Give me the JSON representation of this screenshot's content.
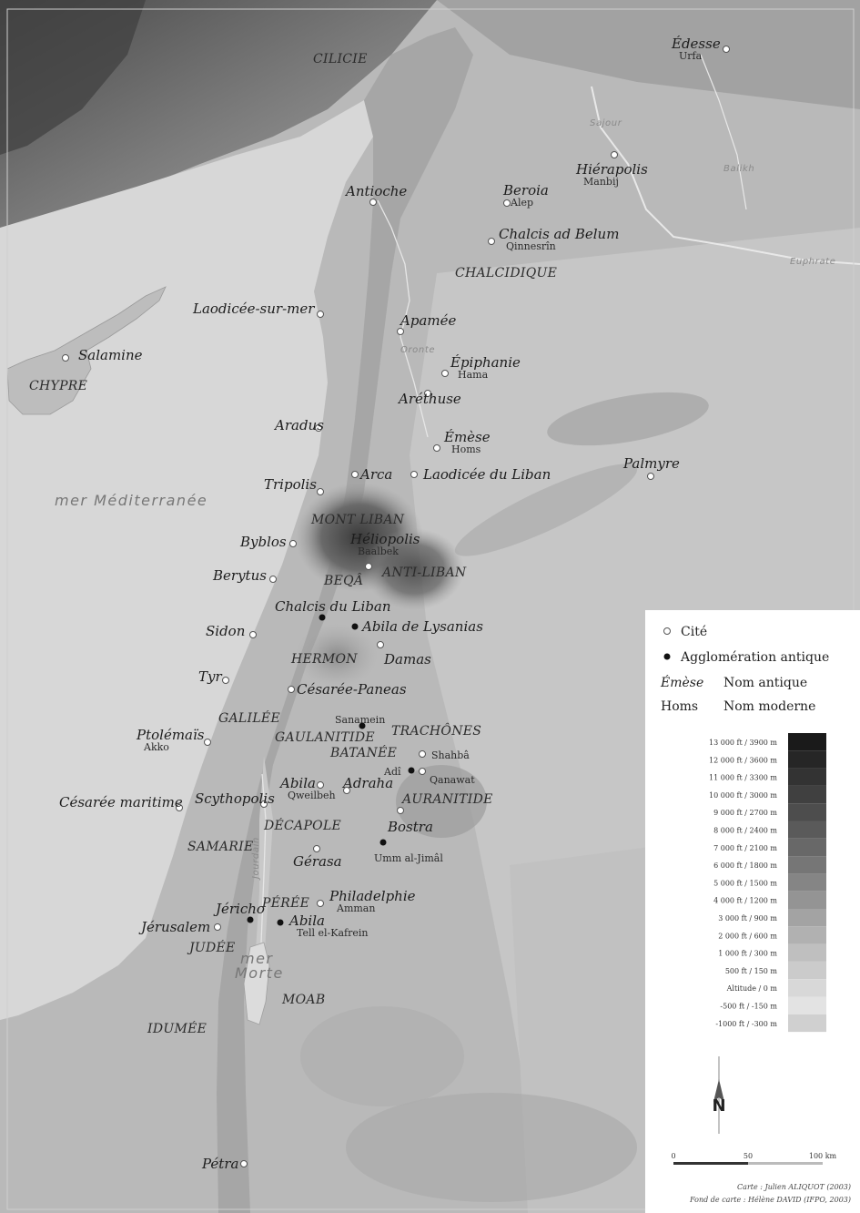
{
  "regions": [
    {
      "id": "cilicie",
      "label": "CILICIE"
    },
    {
      "id": "chypre",
      "label": "CHYPRE"
    },
    {
      "id": "chalcidique",
      "label": "CHALCIDIQUE"
    },
    {
      "id": "mont-liban",
      "label": "MONT LIBAN"
    },
    {
      "id": "anti-liban",
      "label": "ANTI-LIBAN"
    },
    {
      "id": "beqa",
      "label": "BEQÂ"
    },
    {
      "id": "hermon",
      "label": "HERMON"
    },
    {
      "id": "galilee",
      "label": "GALILÉE"
    },
    {
      "id": "gaulanitide",
      "label": "GAULANITIDE"
    },
    {
      "id": "trachones",
      "label": "TRACHÔNES"
    },
    {
      "id": "batanee",
      "label": "BATANÉE"
    },
    {
      "id": "auranitide",
      "label": "AURANITIDE"
    },
    {
      "id": "decapole",
      "label": "DÉCAPOLE"
    },
    {
      "id": "samarie",
      "label": "SAMARIE"
    },
    {
      "id": "peree",
      "label": "PÉRÉE"
    },
    {
      "id": "judee",
      "label": "JUDÉE"
    },
    {
      "id": "moab",
      "label": "MOAB"
    },
    {
      "id": "idumee",
      "label": "IDUMÉE"
    }
  ],
  "water_labels": [
    {
      "id": "mediterranee",
      "label": "mer Méditerranée"
    },
    {
      "id": "mer-morte-1",
      "label": "mer"
    },
    {
      "id": "mer-morte-2",
      "label": "Morte"
    }
  ],
  "rivers": [
    {
      "id": "sajour",
      "label": "Sajour"
    },
    {
      "id": "balikh",
      "label": "Balikh"
    },
    {
      "id": "euphrate",
      "label": "Euphrate"
    },
    {
      "id": "oronte",
      "label": "Oronte"
    },
    {
      "id": "jourdain",
      "label": "Jourdain"
    }
  ],
  "cities": [
    {
      "id": "edesse",
      "ancient": "Édesse",
      "modern": "Urfa",
      "kind": "cite"
    },
    {
      "id": "hierapolis",
      "ancient": "Hiérapolis",
      "modern": "Manbij",
      "kind": "cite"
    },
    {
      "id": "beroia",
      "ancient": "Beroia",
      "modern": "Alep",
      "kind": "cite"
    },
    {
      "id": "antioche",
      "ancient": "Antioche",
      "modern": "",
      "kind": "cite"
    },
    {
      "id": "chalcis-belum",
      "ancient": "Chalcis ad Belum",
      "modern": "Qinnesrîn",
      "kind": "cite"
    },
    {
      "id": "laodicee-mer",
      "ancient": "Laodicée-sur-mer",
      "modern": "",
      "kind": "cite"
    },
    {
      "id": "apamee",
      "ancient": "Apamée",
      "modern": "",
      "kind": "cite"
    },
    {
      "id": "salamine",
      "ancient": "Salamine",
      "modern": "",
      "kind": "cite"
    },
    {
      "id": "epiphanie",
      "ancient": "Épiphanie",
      "modern": "Hama",
      "kind": "cite"
    },
    {
      "id": "arethuse",
      "ancient": "Aréthuse",
      "modern": "",
      "kind": "cite"
    },
    {
      "id": "aradus",
      "ancient": "Aradus",
      "modern": "",
      "kind": "cite"
    },
    {
      "id": "emese",
      "ancient": "Émèse",
      "modern": "Homs",
      "kind": "cite"
    },
    {
      "id": "arca",
      "ancient": "Arca",
      "modern": "",
      "kind": "cite"
    },
    {
      "id": "laodicee-liban",
      "ancient": "Laodicée du Liban",
      "modern": "",
      "kind": "cite"
    },
    {
      "id": "tripolis",
      "ancient": "Tripolis",
      "modern": "",
      "kind": "cite"
    },
    {
      "id": "palmyre",
      "ancient": "Palmyre",
      "modern": "",
      "kind": "cite"
    },
    {
      "id": "byblos",
      "ancient": "Byblos",
      "modern": "",
      "kind": "cite"
    },
    {
      "id": "heliopolis",
      "ancient": "Héliopolis",
      "modern": "Baalbek",
      "kind": "cite"
    },
    {
      "id": "berytus",
      "ancient": "Berytus",
      "modern": "",
      "kind": "cite"
    },
    {
      "id": "chalcis-liban",
      "ancient": "Chalcis du Liban",
      "modern": "",
      "kind": "agglo"
    },
    {
      "id": "sidon",
      "ancient": "Sidon",
      "modern": "",
      "kind": "cite"
    },
    {
      "id": "abila-lysanias",
      "ancient": "Abila de Lysanias",
      "modern": "",
      "kind": "agglo"
    },
    {
      "id": "damas",
      "ancient": "Damas",
      "modern": "",
      "kind": "cite"
    },
    {
      "id": "tyr",
      "ancient": "Tyr",
      "modern": "",
      "kind": "cite"
    },
    {
      "id": "cesaree-paneas",
      "ancient": "Césarée-Paneas",
      "modern": "",
      "kind": "cite"
    },
    {
      "id": "sanamein",
      "ancient": "",
      "modern": "Sanamein",
      "kind": "agglo"
    },
    {
      "id": "ptolemais",
      "ancient": "Ptolémaïs",
      "modern": "Akko",
      "kind": "cite"
    },
    {
      "id": "shahba",
      "ancient": "",
      "modern": "Shahbâ",
      "kind": "cite"
    },
    {
      "id": "adi",
      "ancient": "",
      "modern": "Adî",
      "kind": "agglo"
    },
    {
      "id": "qanawat",
      "ancient": "",
      "modern": "Qanawat",
      "kind": "cite"
    },
    {
      "id": "abila",
      "ancient": "Abila",
      "modern": "Qweilbeh",
      "kind": "cite"
    },
    {
      "id": "adraha",
      "ancient": "Adraha",
      "modern": "",
      "kind": "cite"
    },
    {
      "id": "cesaree-maritime",
      "ancient": "Césarée maritime",
      "modern": "",
      "kind": "cite"
    },
    {
      "id": "scythopolis",
      "ancient": "Scythopolis",
      "modern": "",
      "kind": "cite"
    },
    {
      "id": "bostra",
      "ancient": "Bostra",
      "modern": "",
      "kind": "cite"
    },
    {
      "id": "umm-jimal",
      "ancient": "",
      "modern": "Umm al-Jimâl",
      "kind": "agglo"
    },
    {
      "id": "gerasa",
      "ancient": "Gérasa",
      "modern": "",
      "kind": "cite"
    },
    {
      "id": "philadelphie",
      "ancient": "Philadelphie",
      "modern": "Amman",
      "kind": "cite"
    },
    {
      "id": "jericho",
      "ancient": "Jéricho",
      "modern": "",
      "kind": "agglo"
    },
    {
      "id": "abila-peree",
      "ancient": "Abila",
      "modern": "Tell el-Kafrein",
      "kind": "agglo"
    },
    {
      "id": "jerusalem",
      "ancient": "Jérusalem",
      "modern": "",
      "kind": "cite"
    },
    {
      "id": "petra",
      "ancient": "Pétra",
      "modern": "",
      "kind": "cite"
    }
  ],
  "legend": {
    "cite_label": "Cité",
    "agglo_label": "Agglomération antique",
    "sample_ancient": "Émèse",
    "sample_ancient_desc": "Nom antique",
    "sample_modern": "Homs",
    "sample_modern_desc": "Nom moderne",
    "elevation_scale": [
      {
        "label": "13 000 ft / 3900 m",
        "color": "#1a1a1a"
      },
      {
        "label": "12 000 ft / 3600 m",
        "color": "#262626"
      },
      {
        "label": "11 000 ft / 3300 m",
        "color": "#333333"
      },
      {
        "label": "10 000 ft / 3000 m",
        "color": "#404040"
      },
      {
        "label": "9 000 ft / 2700 m",
        "color": "#4d4d4d"
      },
      {
        "label": "8 000 ft / 2400 m",
        "color": "#5a5a5a"
      },
      {
        "label": "7 000 ft / 2100 m",
        "color": "#686868"
      },
      {
        "label": "6 000 ft / 1800 m",
        "color": "#767676"
      },
      {
        "label": "5 000 ft / 1500 m",
        "color": "#858585"
      },
      {
        "label": "4 000 ft / 1200 m",
        "color": "#949494"
      },
      {
        "label": "3 000 ft / 900 m",
        "color": "#a3a3a3"
      },
      {
        "label": "2 000 ft / 600 m",
        "color": "#b1b1b1"
      },
      {
        "label": "1 000 ft / 300 m",
        "color": "#bfbfbf"
      },
      {
        "label": "500 ft / 150 m",
        "color": "#cbcbcb"
      },
      {
        "label": "Altitude / 0 m",
        "color": "#d8d8d8"
      },
      {
        "label": "-500 ft / -150 m",
        "color": "#e3e3e3"
      },
      {
        "label": "-1000 ft / -300 m",
        "color": "#d0d0d0"
      }
    ],
    "north": "N",
    "scale_ticks": [
      "0",
      "50",
      "100 km"
    ],
    "credit_1": "Carte : Julien ALIQUOT (2003)",
    "credit_2": "Fond de carte : Hélène DAVID (IFPO, 2003)"
  }
}
